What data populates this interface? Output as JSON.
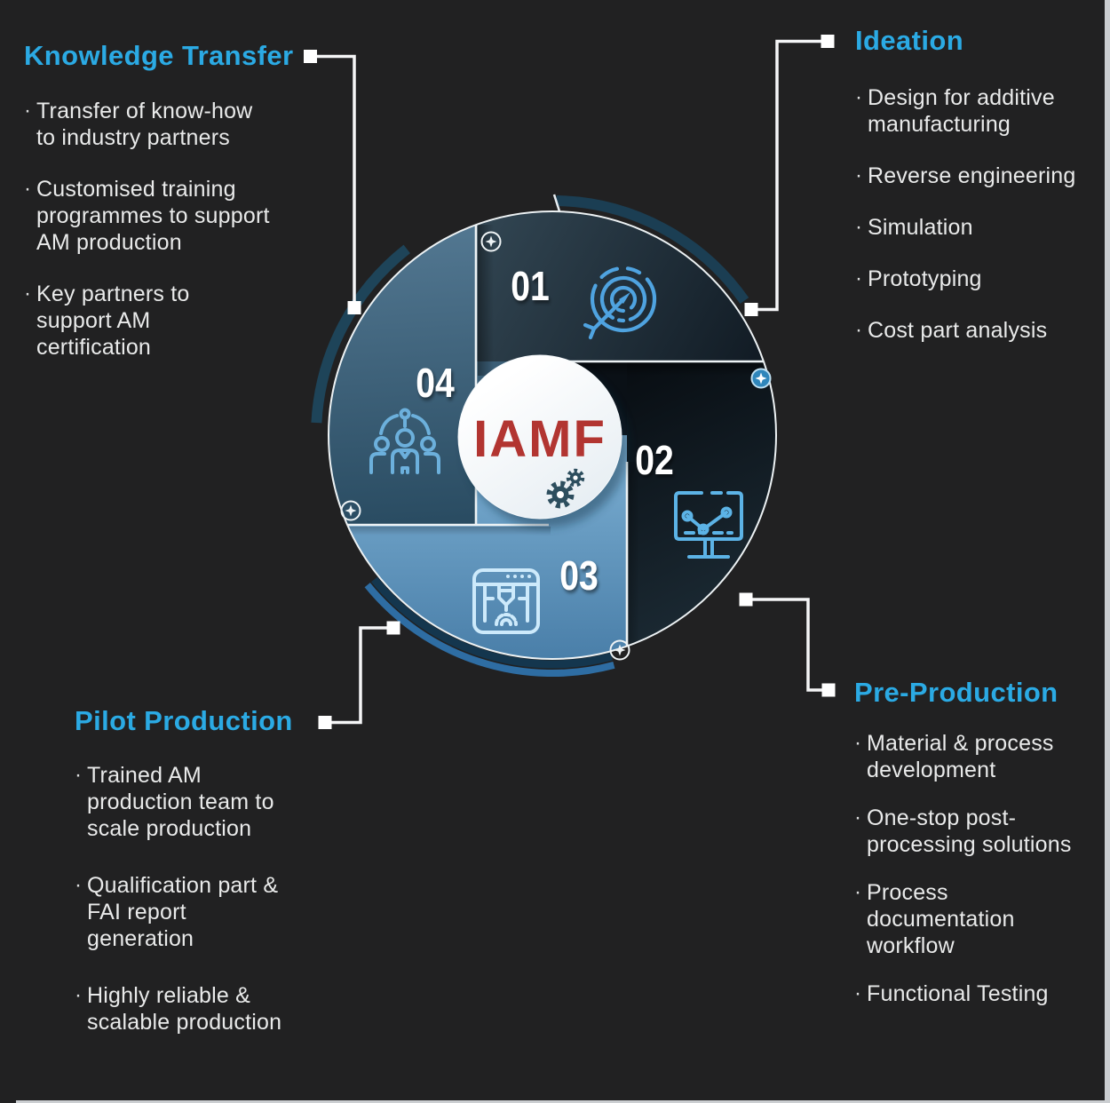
{
  "ui": {
    "bullet_char": "·"
  },
  "colors": {
    "background": "#212122",
    "accent_blue": "#2baae4",
    "center_label_red": "#b23531",
    "body_text": "#e9eaea",
    "connector_white": "#f5f6f7",
    "sector_01": "#2d4050",
    "sector_02": "#0a1016",
    "sector_03": "#5f97c1",
    "sector_04": "#3b5e76"
  },
  "wheel": {
    "center_label": "IAMF",
    "segments": [
      {
        "number": "01",
        "label": "Ideation",
        "icon": "target-icon"
      },
      {
        "number": "02",
        "label": "Pre-Production",
        "icon": "monitor-chart-icon"
      },
      {
        "number": "03",
        "label": "Pilot Production",
        "icon": "3d-printer-icon"
      },
      {
        "number": "04",
        "label": "Knowledge Transfer",
        "icon": "team-icon"
      }
    ]
  },
  "blocks": {
    "knowledge_transfer": {
      "title": "Knowledge Transfer",
      "bullets": [
        [
          "Transfer of know-how",
          "to industry partners"
        ],
        [
          "Customised training",
          "programmes to support",
          "AM production"
        ],
        [
          "Key partners to",
          "support AM",
          "certification"
        ]
      ]
    },
    "ideation": {
      "title": "Ideation",
      "bullets": [
        [
          "Design for additive",
          "manufacturing"
        ],
        [
          "Reverse engineering"
        ],
        [
          "Simulation"
        ],
        [
          "Prototyping"
        ],
        [
          "Cost part analysis"
        ]
      ]
    },
    "pilot_production": {
      "title": "Pilot Production",
      "bullets": [
        [
          "Trained AM",
          "production team to",
          "scale production"
        ],
        [
          "Qualification part &",
          "FAI report",
          "generation"
        ],
        [
          "Highly reliable &",
          "scalable production"
        ]
      ]
    },
    "pre_production": {
      "title": "Pre-Production",
      "bullets": [
        [
          "Material & process",
          "development"
        ],
        [
          "One-stop post-",
          "processing solutions"
        ],
        [
          "Process",
          "documentation",
          "workflow"
        ],
        [
          "Functional Testing"
        ]
      ]
    }
  }
}
